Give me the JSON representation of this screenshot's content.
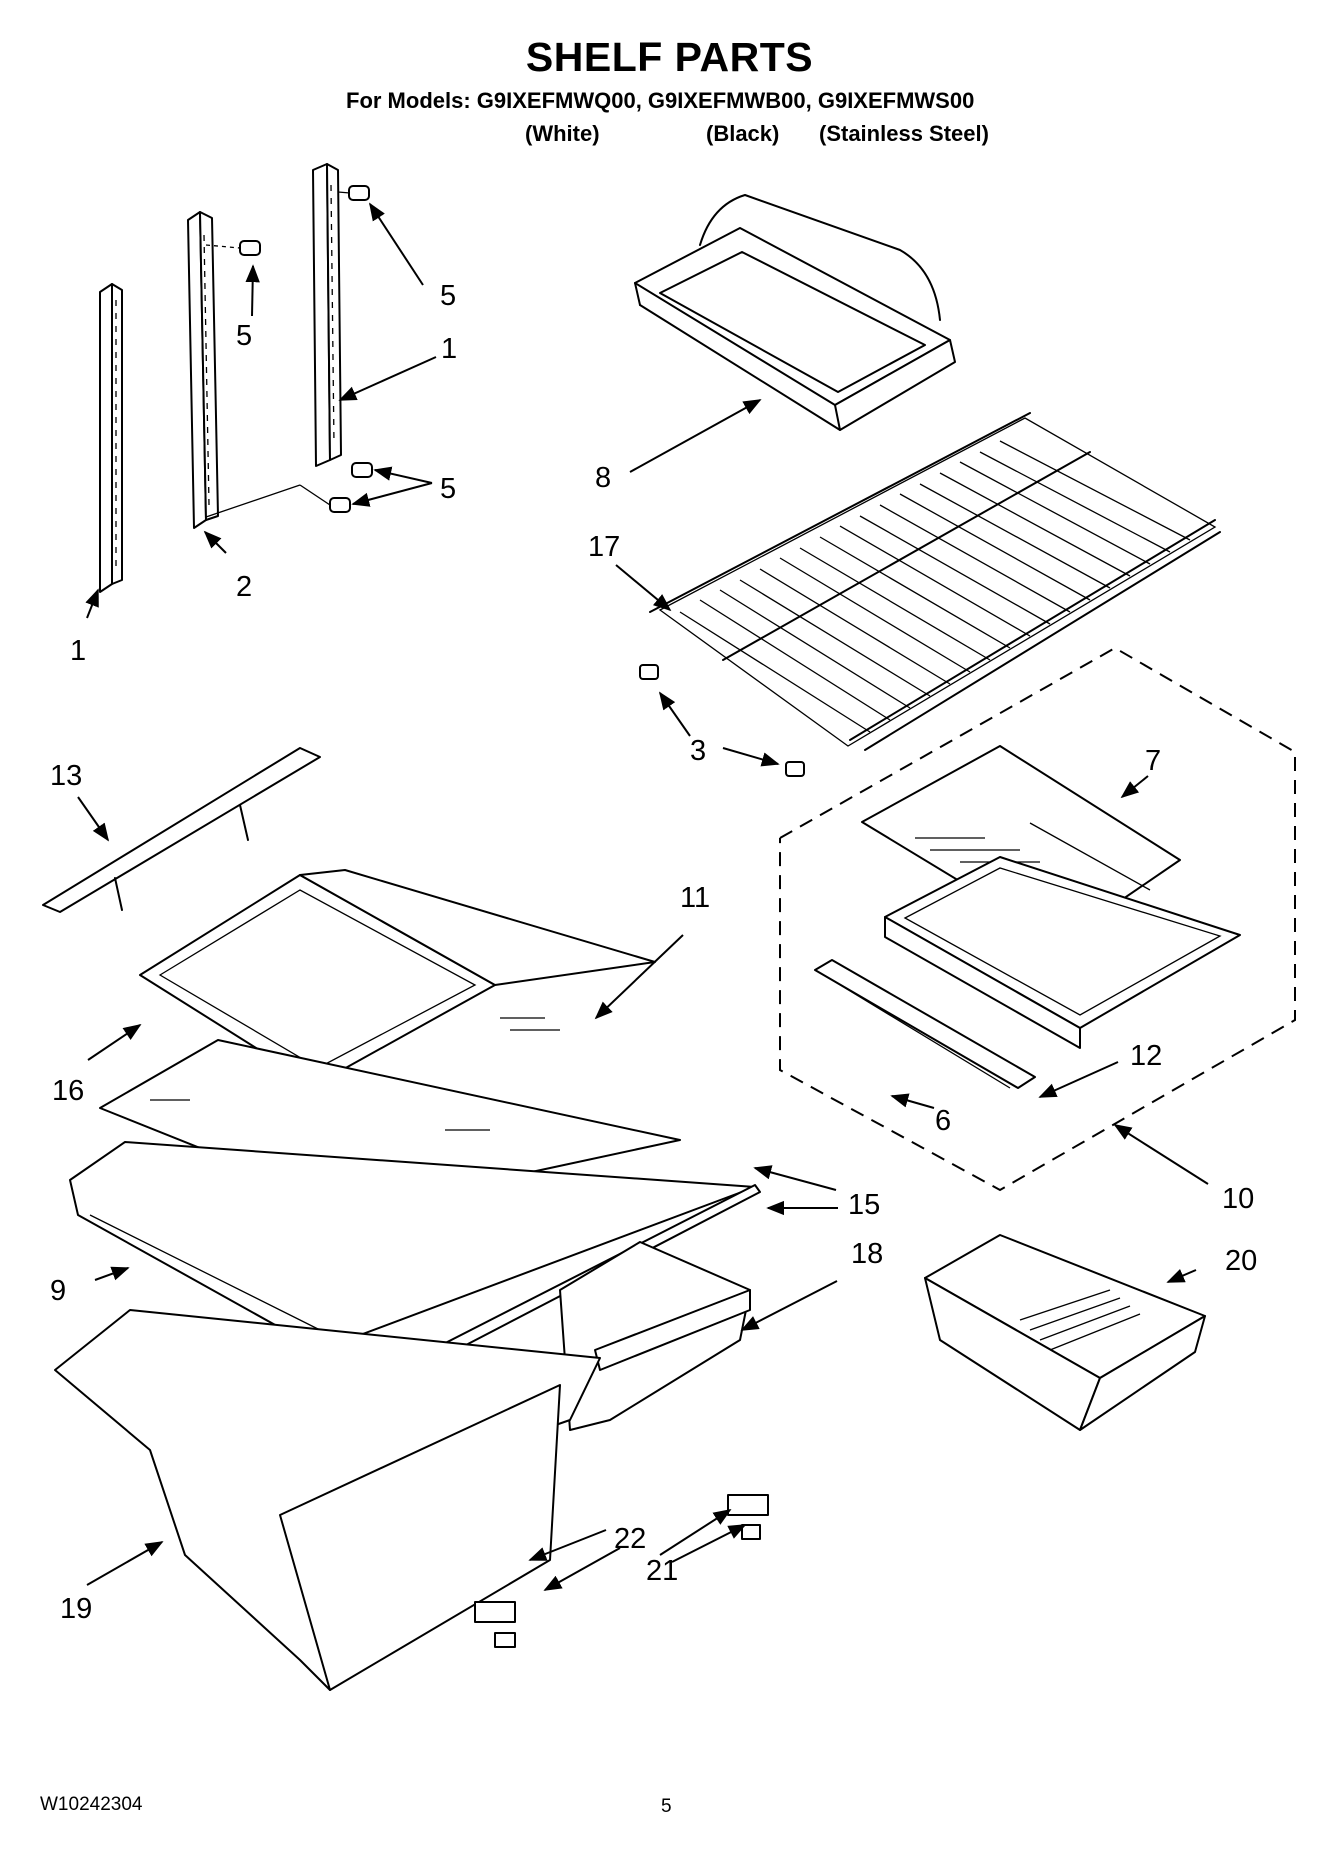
{
  "title": "SHELF PARTS",
  "models_line": "For Models: G9IXEFMWQ00, G9IXEFMWB00, G9IXEFMWS00",
  "variants": [
    "(White)",
    "(Black)",
    "(Stainless Steel)"
  ],
  "callouts": {
    "c1a": "5",
    "c1b": "5",
    "c1c": "1",
    "c1d": "5",
    "c1e": "2",
    "c1f": "1",
    "c8": "8",
    "c17": "17",
    "c3": "3",
    "c7": "7",
    "c13": "13",
    "c11": "11",
    "c16": "16",
    "c12": "12",
    "c6": "6",
    "c15": "15",
    "c10": "10",
    "c9": "9",
    "c18": "18",
    "c20": "20",
    "c22": "22",
    "c21": "21",
    "c19": "19"
  },
  "footer": {
    "code": "W10242304",
    "page": "5"
  }
}
